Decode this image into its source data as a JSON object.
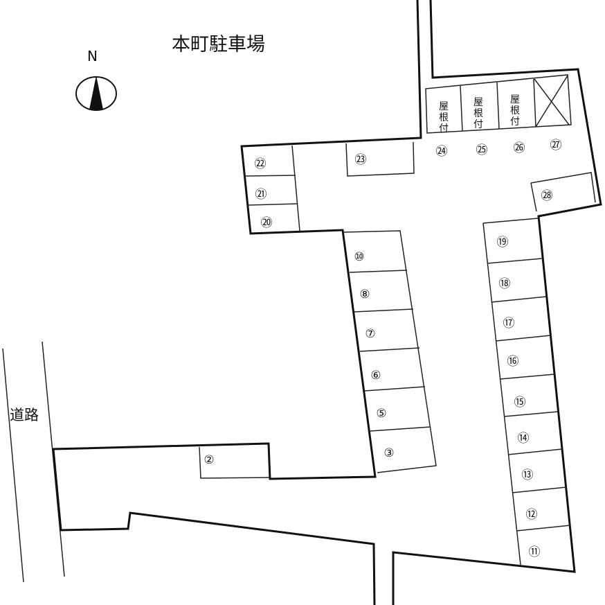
{
  "title": "本町駐車場",
  "compass": {
    "label": "N",
    "icon": "north-arrow-icon"
  },
  "road_label": "道路",
  "roof_label": [
    "屋",
    "根",
    "付"
  ],
  "spots": {
    "s2": "②",
    "s3": "③",
    "s5": "⑤",
    "s6": "⑥",
    "s7": "⑦",
    "s8": "⑧",
    "s10": "⑩",
    "s11": "⑪",
    "s12": "⑫",
    "s13": "⑬",
    "s14": "⑭",
    "s15": "⑮",
    "s16": "⑯",
    "s17": "⑰",
    "s18": "⑱",
    "s19": "⑲",
    "s20": "⑳",
    "s21": "㉑",
    "s22": "㉒",
    "s23": "㉓",
    "s24": "㉔",
    "s25": "㉕",
    "s26": "㉖",
    "s27": "㉗",
    "s28": "㉘"
  }
}
